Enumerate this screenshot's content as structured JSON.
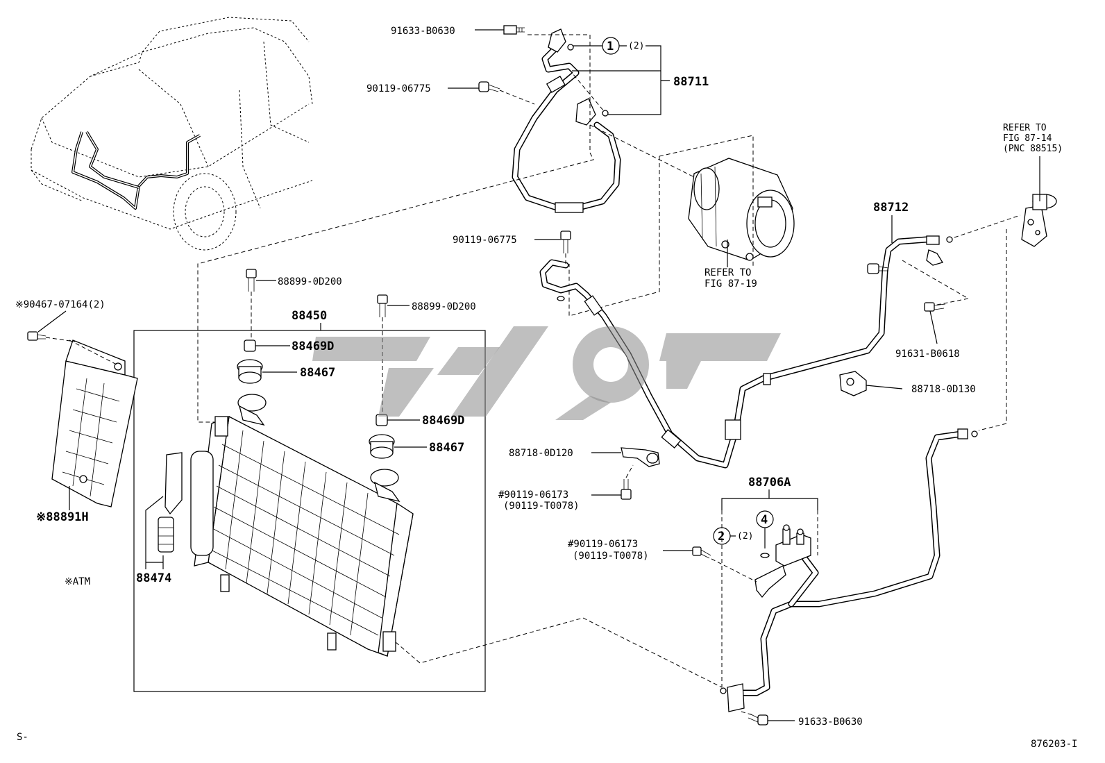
{
  "labels": {
    "p_91633_b0630_top": "91633-B0630",
    "p_90119_06775_top": "90119-06775",
    "p_88711": "88711",
    "ref_1_qty": "(2)",
    "callout_1": "1",
    "p_90119_06775_mid": "90119-06775",
    "p_88899_0d200_a": "88899-0D200",
    "p_88899_0d200_b": "88899-0D200",
    "p_88450": "88450",
    "p_88469d_a": "88469D",
    "p_88467_a": "88467",
    "p_88469d_b": "88469D",
    "p_88467_b": "88467",
    "p_90467_07164": "※90467-07164(2)",
    "p_88891h": "※88891H",
    "p_88474": "88474",
    "note_atm": "※ATM",
    "ref_fig_87_19_l1": "REFER TO",
    "ref_fig_87_19_l2": "FIG 87-19",
    "p_88712": "88712",
    "ref_fig_87_14_l1": "REFER TO",
    "ref_fig_87_14_l2": "FIG 87-14",
    "ref_fig_87_14_l3": "(PNC 88515)",
    "p_91631_b0618": "91631-B0618",
    "p_88718_0d130": "88718-0D130",
    "p_88718_0d120": "88718-0D120",
    "p_90119_06173_a": "#90119-06173",
    "p_90119_t0078_a": "(90119-T0078)",
    "p_88706a": "88706A",
    "callout_2": "2",
    "ref_2_qty": "(2)",
    "callout_4": "4",
    "p_90119_06173_b": "#90119-06173",
    "p_90119_t0078_b": "(90119-T0078)",
    "p_91633_b0630_bottom": "91633-B0630",
    "corner_left": "S-",
    "diagram_id": "876203-I"
  }
}
